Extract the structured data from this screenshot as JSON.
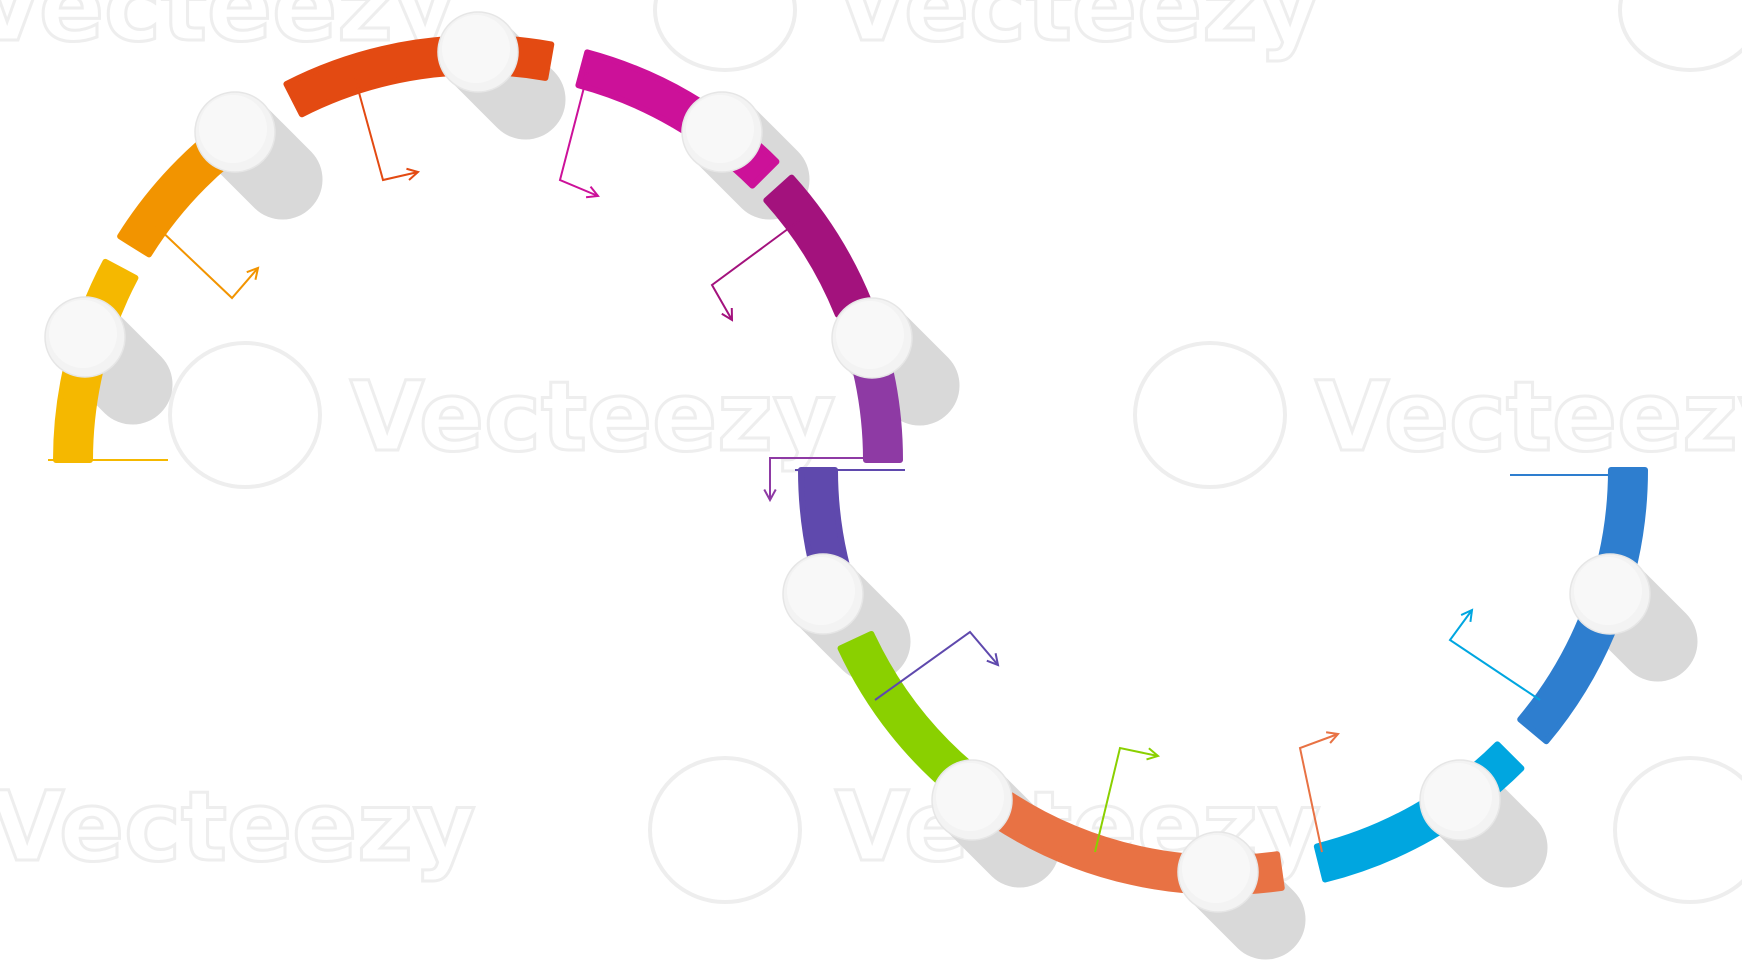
{
  "watermark": {
    "text": "Vecteezy",
    "color": "#ececec"
  },
  "diagram": {
    "type": "s-curve-step-infographic",
    "node_fill": "#f3f3f3",
    "shadow_color": "#d9d9d9",
    "steps": [
      {
        "id": 1,
        "color": "#f5b800"
      },
      {
        "id": 2,
        "color": "#f29400"
      },
      {
        "id": 3,
        "color": "#e34a12"
      },
      {
        "id": 4,
        "color": "#cc1199"
      },
      {
        "id": 5,
        "color": "#a3127d"
      },
      {
        "id": 6,
        "color": "#8e3aa4"
      },
      {
        "id": 7,
        "color": "#5f49ad"
      },
      {
        "id": 8,
        "color": "#8ad000"
      },
      {
        "id": 9,
        "color": "#e87244"
      },
      {
        "id": 10,
        "color": "#00a6e0"
      },
      {
        "id": 11,
        "color": "#2e7ecf"
      }
    ]
  }
}
